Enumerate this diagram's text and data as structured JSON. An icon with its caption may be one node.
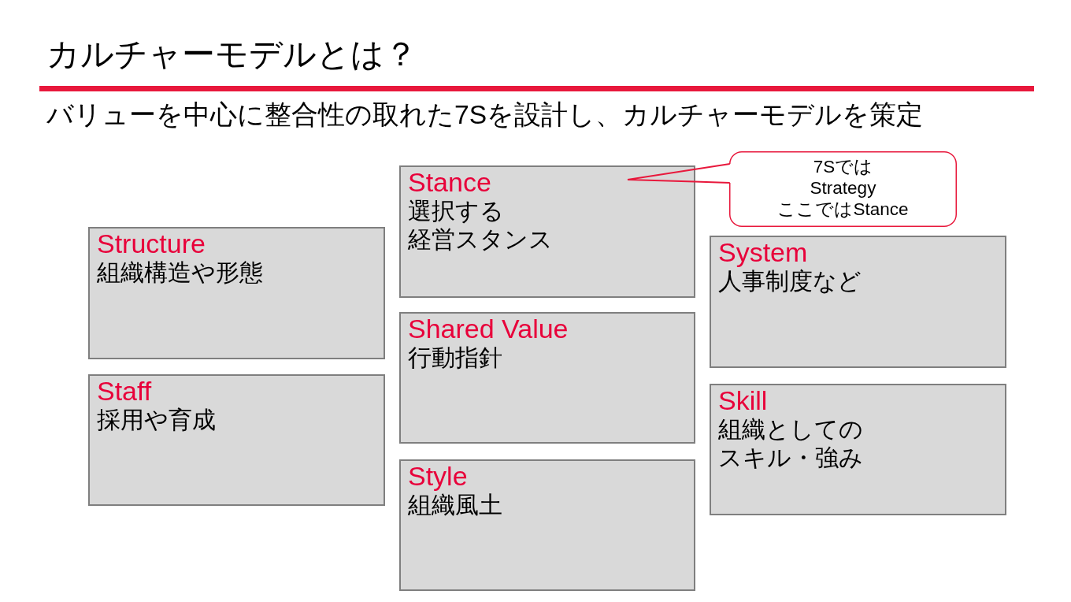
{
  "diagram": {
    "title": "カルチャーモデルとは？",
    "nodes": [
      {
        "text": [
          "Stance",
          "選択する経営スタンス"
        ]
      },
      {
        "text": [
          "7SではStrategyここではStance"
        ]
      },
      {
        "text": [
          "Structure",
          "組織構造や形態"
        ]
      },
      {
        "text": [
          "System",
          "人事制度など"
        ]
      },
      {
        "text": [
          "Shared Value",
          "行動指針"
        ]
      },
      {
        "text": [
          "Staff",
          "採用や育成"
        ]
      },
      {
        "text": [
          "Skill",
          "組織としてのスキル・強み"
        ]
      },
      {
        "text": [
          "Style",
          "組織風土"
        ]
      }
    ],
    "edges": [
      {
        "from": 1,
        "to": 0,
        "arrow": "none"
      }
    ],
    "labels": [
      "バリューを中心に整合性の取れた7Sを設計し、カルチャーモデルを策定"
    ]
  }
}
